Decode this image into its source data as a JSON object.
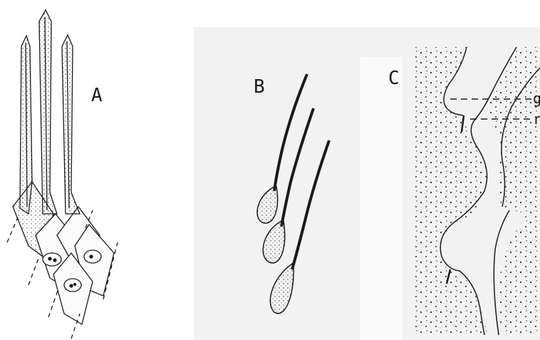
{
  "panels": {
    "a": {
      "label": "A"
    },
    "b": {
      "label": "B"
    },
    "c": {
      "label": "C"
    }
  },
  "annotations": {
    "g": "g",
    "r": "r"
  },
  "colors": {
    "ink": "#1a1a1a",
    "paper_gray": "#f2f2f2",
    "stipple": "#2b2b2b"
  }
}
